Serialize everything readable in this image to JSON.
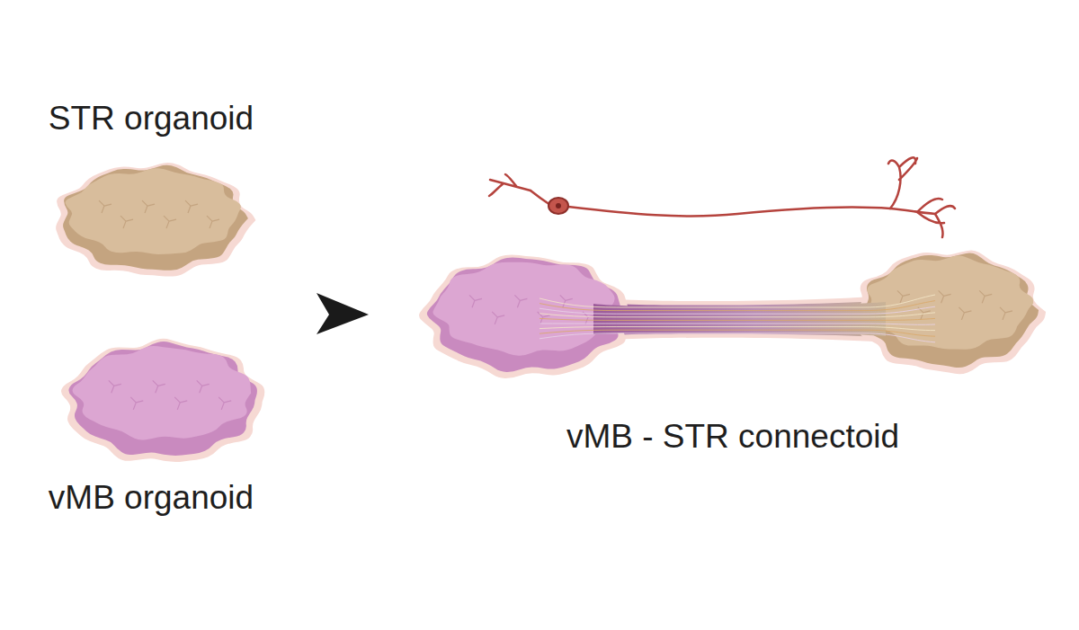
{
  "diagram": {
    "labels": [
      "STR organoid",
      "vMB organoid",
      "vMB - STR connectoid"
    ]
  }
}
